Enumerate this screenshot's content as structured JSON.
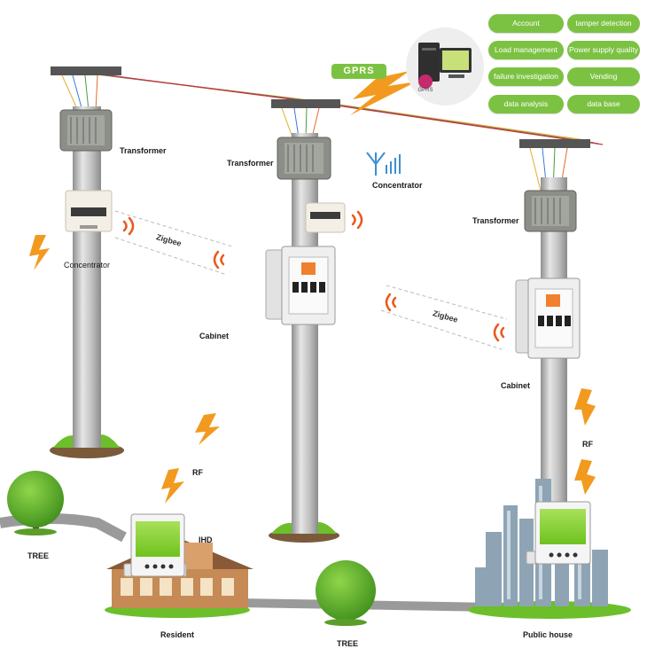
{
  "gprs_label": "GPRS",
  "gprs_icon_text": "GPRS",
  "functions": [
    "Account",
    "tamper detection",
    "Load management",
    "Power supply quality",
    "failure investigation",
    "Vending",
    "data analysis",
    "data base"
  ],
  "labels": {
    "transformer_left": "Transformer",
    "transformer_mid": "Transformer",
    "transformer_right": "Transformer",
    "concentrator_left": "Concentrator",
    "concentrator_mid": "Concentrator",
    "zigbee_left": "Zigbee",
    "zigbee_right": "Zigbee",
    "cabinet_left": "Cabinet",
    "cabinet_right": "Cabinet",
    "rf_left": "RF",
    "rf_right": "RF",
    "ihd": "IHD",
    "tree_left": "TREE",
    "tree_bottom": "TREE",
    "resident": "Resident",
    "public_house": "Public house"
  },
  "colors": {
    "accent_green": "#7cc242",
    "signal_orange": "#f29a1f",
    "pole_gray": "#b9b9b9",
    "lcd_green": "#7ed321"
  }
}
